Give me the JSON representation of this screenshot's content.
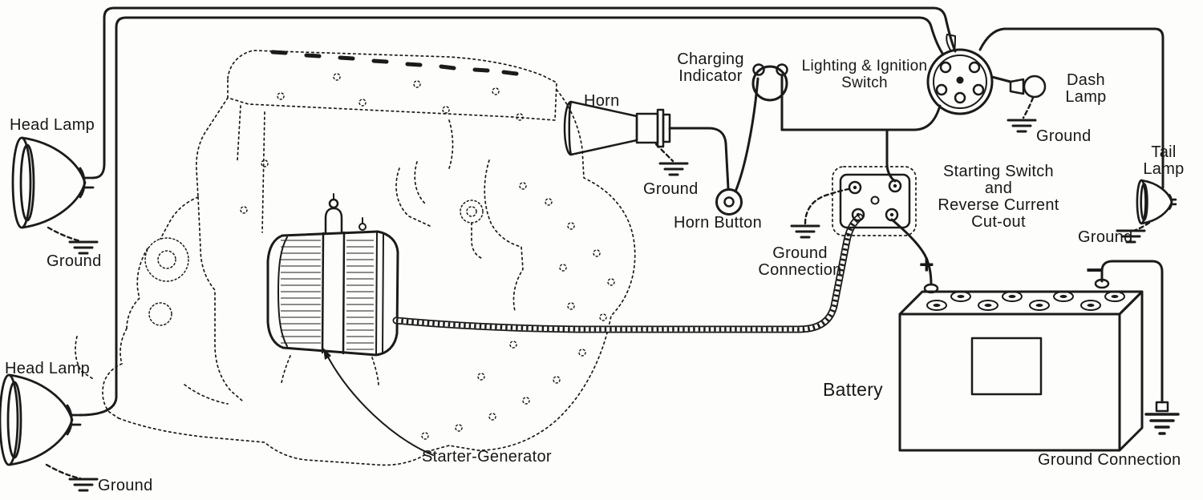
{
  "figure": {
    "background": "#fdfdfb",
    "ink": "#1b1b1b",
    "description": "Automobile starting, lighting and ignition wiring diagram"
  },
  "labels": {
    "head_lamp_top": "Head Lamp",
    "ground_head_top": "Ground",
    "head_lamp_bottom": "Head Lamp",
    "ground_head_bottom": "Ground",
    "horn": "Horn",
    "ground_horn": "Ground",
    "horn_button": "Horn Button",
    "charging_indicator_1": "Charging",
    "charging_indicator_2": "Indicator",
    "lighting_switch_1": "Lighting & Ignition",
    "lighting_switch_2": "Switch",
    "dash_lamp_1": "Dash",
    "dash_lamp_2": "Lamp",
    "ground_dash": "Ground",
    "tail_lamp_1": "Tail",
    "tail_lamp_2": "Lamp",
    "ground_tail": "Ground",
    "starting_switch_1": "Starting Switch",
    "starting_switch_2": "and",
    "starting_switch_3": "Reverse Current",
    "starting_switch_4": "Cut-out",
    "ground_connection_1": "Ground",
    "ground_connection_2": "Connection",
    "battery": "Battery",
    "battery_plus": "+",
    "battery_minus": "−",
    "ground_connection_bottom": "Ground Connection",
    "starter_generator": "Starter-Generator"
  }
}
